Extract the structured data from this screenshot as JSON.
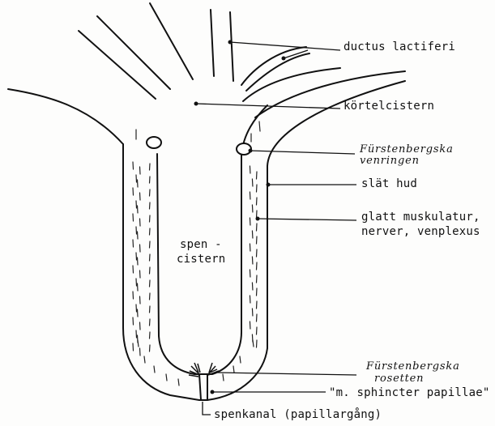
{
  "diagram": {
    "labels": {
      "ductus": "ductus lactiferi",
      "kortelcistern": "körtelcistern",
      "vein_ring_1": "Fürstenbergska",
      "vein_ring_2": "venringen",
      "skin": "slät hud",
      "muscle_1": "glatt muskulatur,",
      "muscle_2": "nerver, venplexus",
      "rosette_1": "Fürstenbergska",
      "rosette_2": "rosetten",
      "sphincter": "\"m. sphincter papillae\"",
      "canal": "spenkanal (papillargång)",
      "spen_1": "spen -",
      "spen_2": "cistern"
    }
  }
}
